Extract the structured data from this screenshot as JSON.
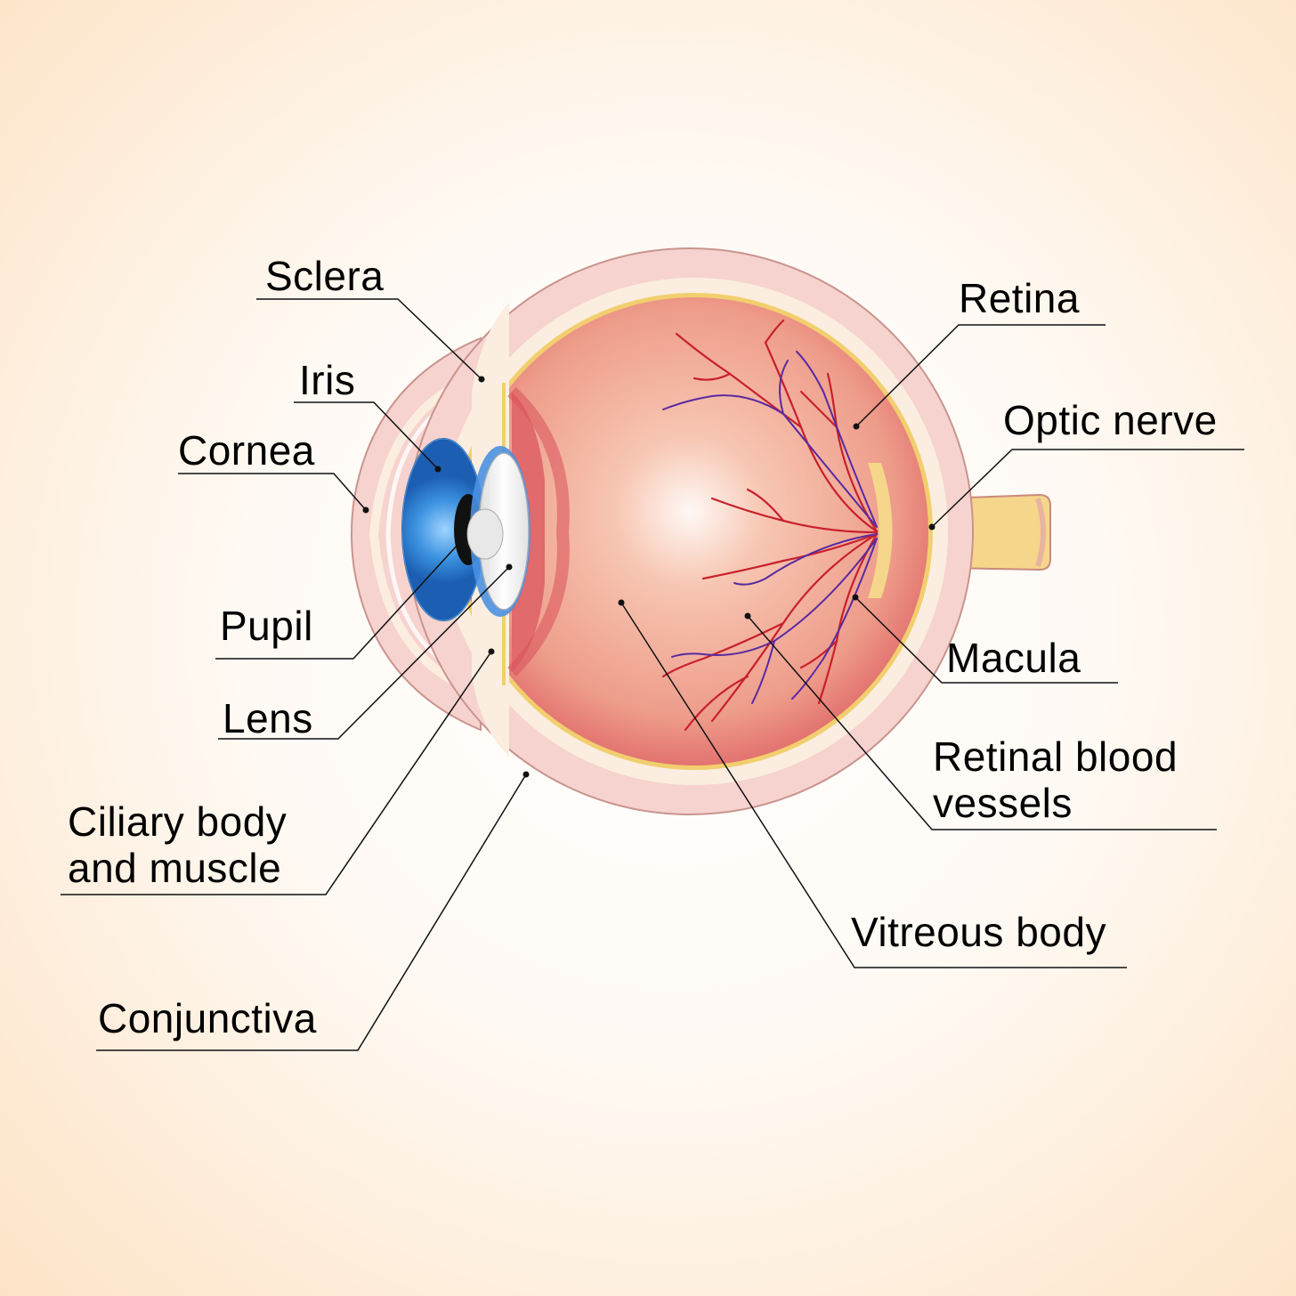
{
  "labels": {
    "sclera": "Sclera",
    "iris": "Iris",
    "cornea": "Cornea",
    "pupil": "Pupil",
    "lens": "Lens",
    "ciliary_line1": "Ciliary  body",
    "ciliary_line2": "and  muscle",
    "conjunctiva": "Conjunctiva",
    "retina": "Retina",
    "optic_nerve": "Optic  nerve",
    "macula": "Macula",
    "retinal_vessels_line1": "Retinal  blood",
    "retinal_vessels_line2": "vessels",
    "vitreous_body": "Vitreous  body"
  },
  "colors": {
    "sclera_outer": "#f6d3cf",
    "choroid_band": "#fbeee0",
    "retina_line": "#f2cf6e",
    "eyeball_red": "#d9515a",
    "vitreous_center": "#fff7f4",
    "iris_blue": "#2c83d8",
    "lens_white": "#f2f2f2",
    "optic_nerve": "#f5d68a",
    "artery": "#c8202c",
    "vein": "#5a2aa0"
  }
}
